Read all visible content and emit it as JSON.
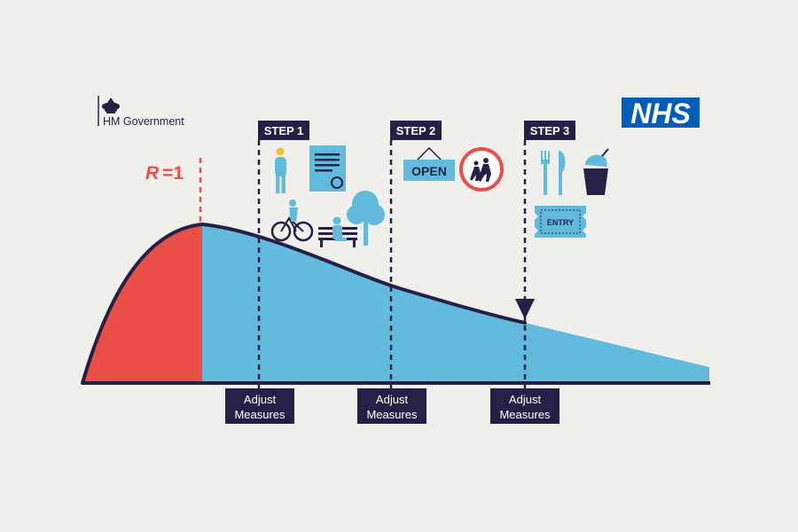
{
  "branding": {
    "government": "HM Government",
    "nhs": "NHS",
    "crest": "royal-crest-icon"
  },
  "curve": {
    "r_label": "R",
    "r_symbol": "=1"
  },
  "steps": [
    {
      "label": "STEP 1",
      "measures_line1": "Adjust",
      "measures_line2": "Measures",
      "icons": [
        "person-icon",
        "certificate-icon",
        "cyclist-icon",
        "park-bench-icon",
        "tree-icon"
      ]
    },
    {
      "label": "STEP 2",
      "measures_line1": "Adjust",
      "measures_line2": "Measures",
      "open_sign": "OPEN",
      "icons": [
        "open-sign-icon",
        "school-children-sign-icon"
      ]
    },
    {
      "label": "STEP 3",
      "measures_line1": "Adjust",
      "measures_line2": "Measures",
      "entry_ticket": "ENTRY",
      "icons": [
        "fork-knife-icon",
        "drink-cup-icon",
        "entry-ticket-icon"
      ]
    }
  ],
  "colors": {
    "background": "#f1efeb",
    "navy": "#262046",
    "red": "#e94f47",
    "blue": "#62bbdc",
    "nhs_blue": "#005eb8",
    "white": "#ffffff"
  }
}
